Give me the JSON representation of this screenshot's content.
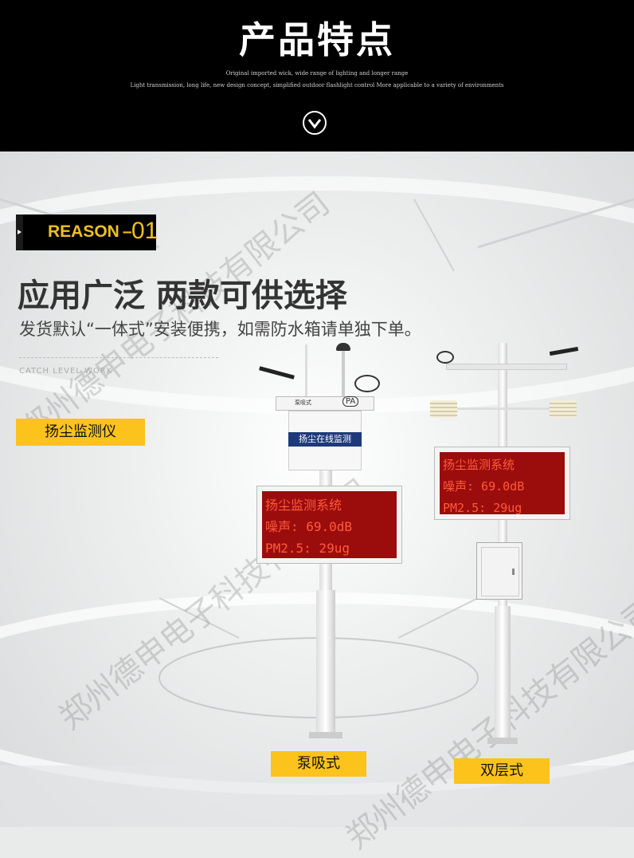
{
  "header": {
    "title": "产品特点",
    "subtitle1": "Original imported wick, wide range of lighting and longer range",
    "subtitle2": "Light transmission, long life, new design concept, simplified outdoor flashlight control More applicable to a variety of environments"
  },
  "reason": {
    "label": "REASON",
    "dash": "–",
    "number": "01"
  },
  "content": {
    "title": "应用广泛 两款可供选择",
    "description": "发货默认“一体式”安装便携，如需防水箱请单独下单。",
    "catch": "CATCH LEVEL WORK",
    "product_label": "扬尘监测仪"
  },
  "device_left": {
    "box_label": "泵吸式",
    "box_logo": "PA",
    "banner": "扬尘在线监测",
    "led": [
      "扬尘监测系统",
      "噪声: 69.0dB",
      "PM2.5:  29ug"
    ],
    "caption": "泵吸式"
  },
  "device_right": {
    "led": [
      "扬尘监测系统",
      "噪声: 69.0dB",
      "PM2.5:  29ug"
    ],
    "caption": "双层式"
  },
  "watermarks": [
    "郑州德申电子科技有限公司",
    "郑州德申电子科技有限公司",
    "郑州德申电子科技有限公司"
  ],
  "colors": {
    "accent": "#fbc31b",
    "led": "#9b0d0d",
    "led_text": "#ff5a3a"
  }
}
